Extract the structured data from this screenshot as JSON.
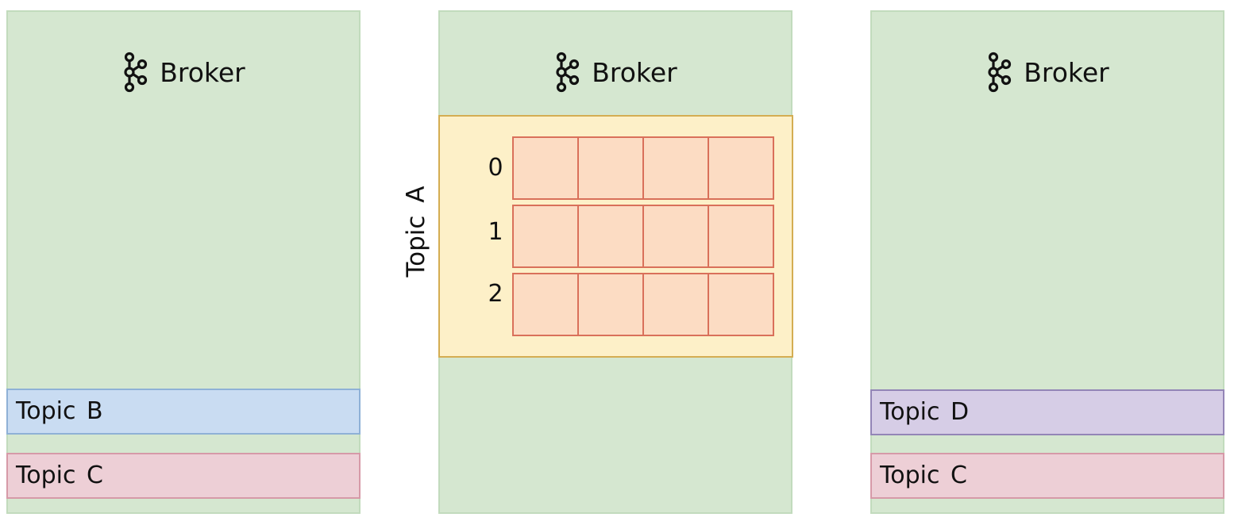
{
  "brokers": [
    {
      "label": "Broker",
      "icon": "kafka-icon"
    },
    {
      "label": "Broker",
      "icon": "kafka-icon"
    },
    {
      "label": "Broker",
      "icon": "kafka-icon"
    }
  ],
  "broker_1_topics": [
    {
      "label": "Topic B"
    },
    {
      "label": "Topic C"
    }
  ],
  "broker_2_topic": {
    "label": "Topic A",
    "partitions": [
      {
        "index": "0",
        "segments": 4
      },
      {
        "index": "1",
        "segments": 4
      },
      {
        "index": "2",
        "segments": 4
      }
    ]
  },
  "broker_3_topics": [
    {
      "label": "Topic D"
    },
    {
      "label": "Topic C"
    }
  ],
  "colors": {
    "broker_bg": "#d5e7d0",
    "topic_a_bg": "#fdf0c8",
    "partition_fill": "#fcdcc3",
    "partition_border": "#d9705a",
    "topic_b_bg": "#c9dcf2",
    "topic_c_bg": "#edcfd6",
    "topic_d_bg": "#d6cde6"
  }
}
